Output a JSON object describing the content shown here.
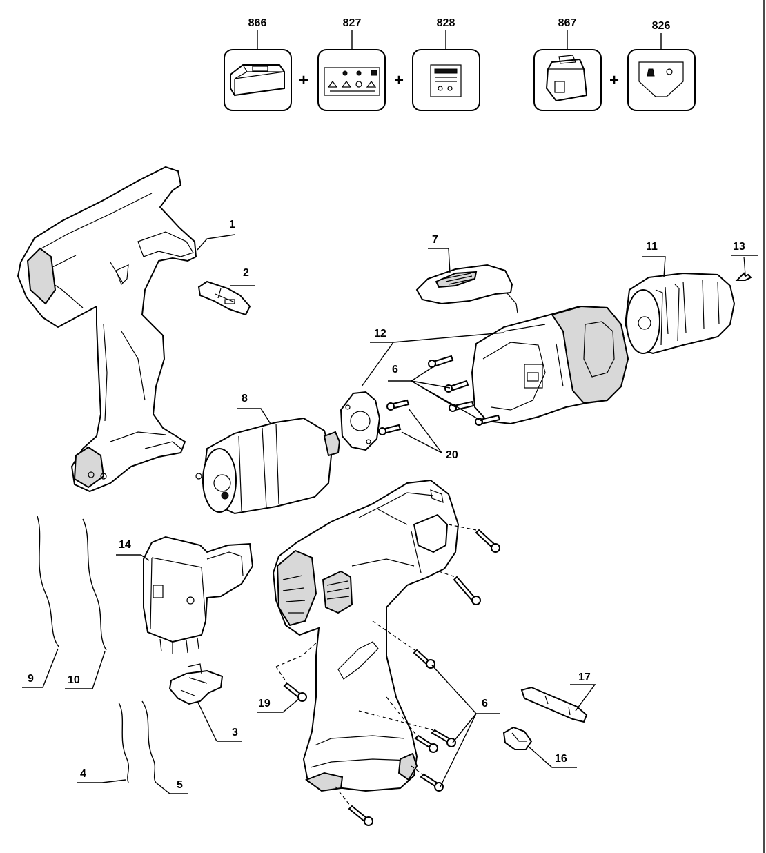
{
  "accessories": [
    {
      "part": "866"
    },
    {
      "part": "827"
    },
    {
      "part": "828"
    },
    {
      "part": "867"
    },
    {
      "part": "826"
    }
  ],
  "plus_sign": "+",
  "callouts": {
    "p1": "1",
    "p2": "2",
    "p3": "3",
    "p4": "4",
    "p5": "5",
    "p6a": "6",
    "p6b": "6",
    "p7": "7",
    "p8": "8",
    "p9": "9",
    "p10": "10",
    "p11": "11",
    "p12": "12",
    "p13": "13",
    "p14": "14",
    "p16": "16",
    "p17": "17",
    "p19": "19",
    "p20": "20"
  },
  "colors": {
    "line": "#000000",
    "background": "#ffffff",
    "shade": "#d8d8d8"
  }
}
